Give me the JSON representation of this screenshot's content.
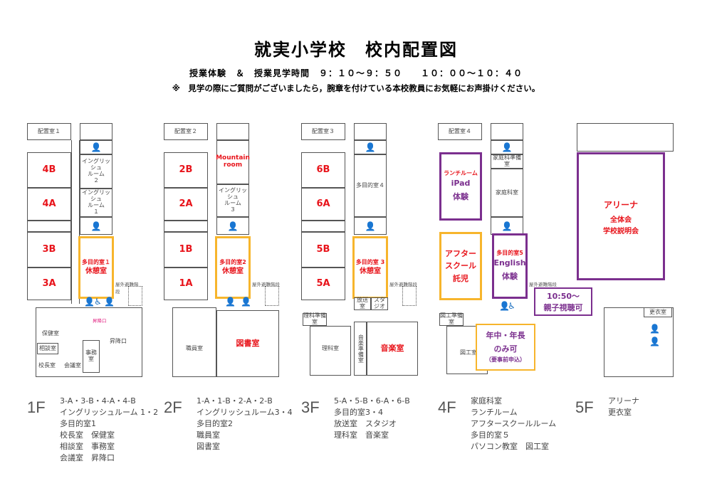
{
  "header": {
    "title": "就実小学校　校内配置図",
    "schedule": "授業体験　＆　授業見学時間　９：１０～９：５０　　１０：００～１０：４０",
    "note": "※　見学の際にご質問がございましたら，腕章を付けている本校教員にお気軽にお声掛けください。"
  },
  "floors": [
    {
      "label": "1F",
      "top_room": "配置室１",
      "classes": [
        "4B",
        "4A",
        "3B",
        "3A"
      ],
      "english_rooms": [
        "イングリッシュ\nルーム\n２",
        "イングリッシュ\nルーム\n１"
      ],
      "multi_room": "多目的室１",
      "multi_use": "休憩室",
      "corridor_label": "屋外避難階段",
      "lower_rooms": [
        "保健室",
        "相談室",
        "校長室",
        "会議室",
        "事務室",
        "昇降口"
      ],
      "entrance": "昇降口",
      "list": [
        "3-A・3-B・4-A・4-B",
        "イングリッシュルーム 1・2",
        "多目的室1",
        "校長室　保健室",
        "相談室　事務室",
        "会議室　昇降口"
      ]
    },
    {
      "label": "2F",
      "top_room": "配置室２",
      "classes": [
        "2B",
        "2A",
        "1B",
        "1A"
      ],
      "special_room": "Mountain room",
      "english_rooms": [
        "イングリッシュ\nルーム\n３"
      ],
      "multi_room": "多目的室2",
      "multi_use": "休憩室",
      "corridor_label": "屋外避難階段",
      "lower_rooms": [
        "職員室"
      ],
      "library": "図書室",
      "list": [
        "1-A・1-B・2-A・2-B",
        "イングリッシュルーム3・4",
        "多目的室2",
        "職員室",
        "図書室"
      ]
    },
    {
      "label": "3F",
      "top_room": "配置室３",
      "classes": [
        "6B",
        "6A",
        "5B",
        "5A"
      ],
      "multi4": "多目的室４",
      "multi_room": "多目的室 3",
      "multi_use": "休憩室",
      "corridor_label": "屋外避難階段",
      "lower_rooms": [
        "理科準備室",
        "理科室",
        "放送室",
        "スタジオ",
        "音楽準備室"
      ],
      "music": "音楽室",
      "list": [
        "5-A・5-B・6-A・6-B",
        "多目的室3・4",
        "放送室　スタジオ",
        "理科室　音楽室"
      ]
    },
    {
      "label": "4F",
      "top_room": "配置室４",
      "lunch": [
        "ランチルーム",
        "iPad",
        "体験"
      ],
      "home_ec": [
        "家庭科準備室",
        "家庭科室"
      ],
      "after": [
        "アフター",
        "スクール",
        "託児"
      ],
      "multi5": [
        "多目的室5",
        "English",
        "体験"
      ],
      "corridor_label": "屋外避難階段",
      "lower_rooms": [
        "図工準備室",
        "図工室"
      ],
      "callout_kids": [
        "年中・年長",
        "のみ可",
        "（要事前申込）"
      ],
      "callout_parents": [
        "10:50～",
        "親子視聴可"
      ],
      "list": [
        "家庭科室",
        "ランチルーム",
        "アフタースクールルーム",
        "多目的室５",
        "パソコン教室　図工室"
      ]
    },
    {
      "label": "5F",
      "arena": [
        "アリーナ",
        "全体会",
        "学校説明会"
      ],
      "lower_rooms": [
        "更衣室"
      ],
      "list": [
        "アリーナ",
        "更衣室"
      ]
    }
  ],
  "colors": {
    "class_red": "#e8141b",
    "highlight_yellow": "#f7b52c",
    "highlight_purple": "#7b2f8e",
    "restroom_blue": "#1a6fc0",
    "restroom_pink": "#e0187c"
  }
}
